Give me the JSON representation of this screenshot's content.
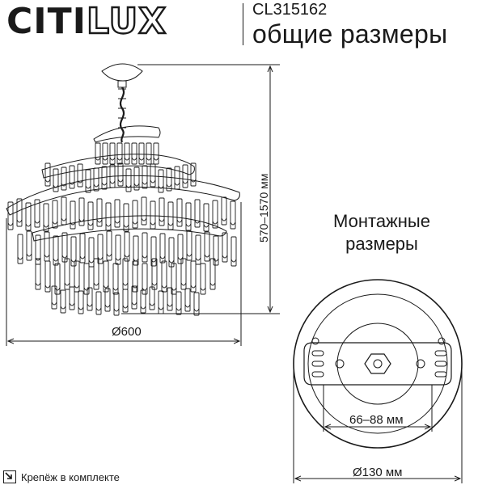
{
  "brand": {
    "bold": "CITI",
    "light": "LUX"
  },
  "header": {
    "model": "CL315162",
    "subtitle": "общие размеры"
  },
  "dimensions": {
    "height": "570–1570 мм",
    "width": "Ø600",
    "mount_spacing": "66–88 мм",
    "plate_diameter": "Ø130 мм"
  },
  "mount": {
    "title": "Монтажные\nразмеры"
  },
  "footer": {
    "text": "Крепёж в комплекте",
    "icon": "pack-box-icon"
  },
  "colors": {
    "line": "#1a1a1a",
    "background": "#ffffff"
  }
}
